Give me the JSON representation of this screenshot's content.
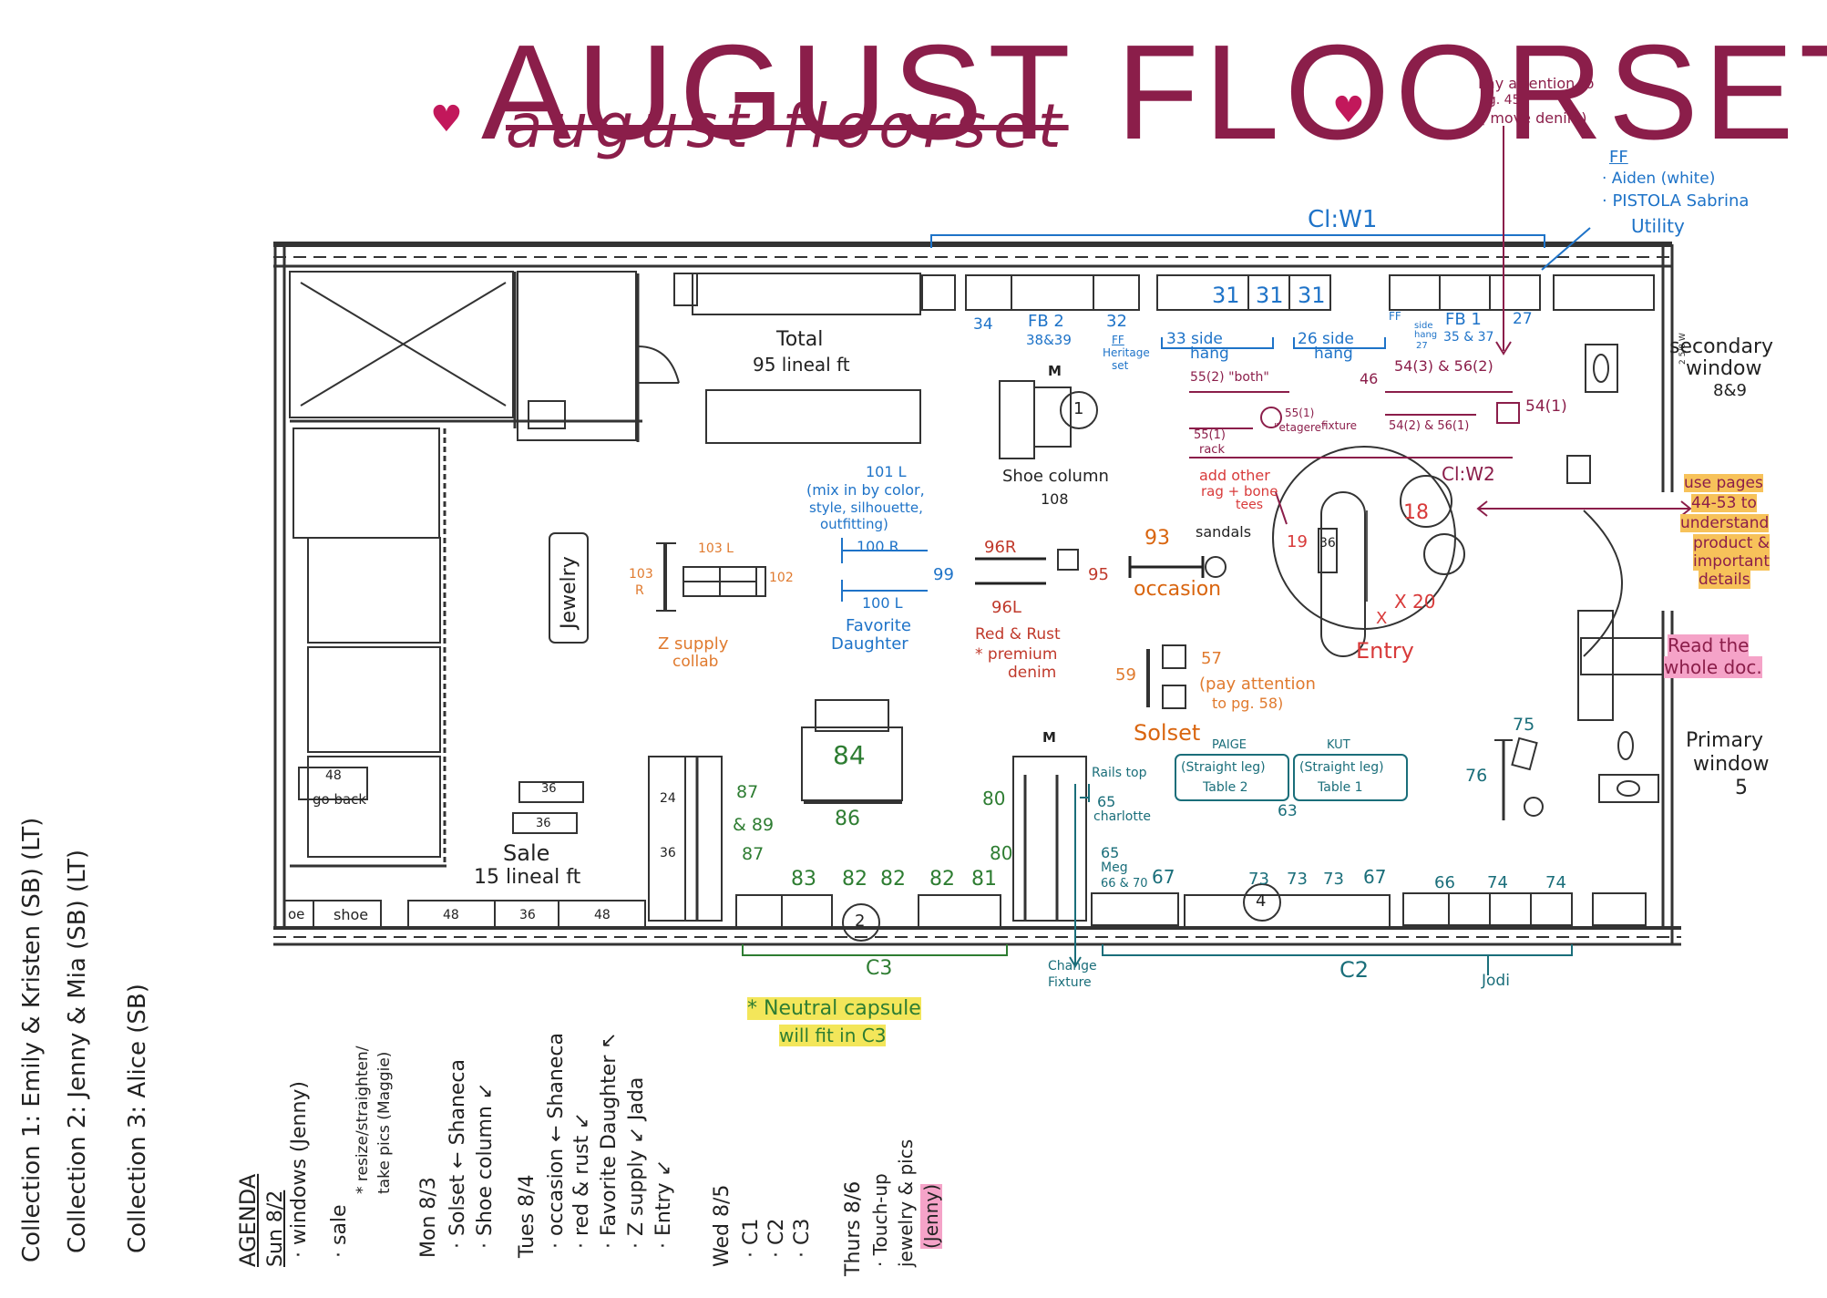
{
  "title": "AUGUST FLOORSET",
  "title_script": "august floorset",
  "colors": {
    "maroon": "#8b1e4a",
    "pink": "#c2185b",
    "blue": "#1e73c8",
    "orange": "#e07a2e",
    "red": "#c0392b",
    "green": "#2e7d32",
    "teal": "#1a6e7a",
    "black": "#222222"
  },
  "notes": {
    "pay_attention": [
      "Pay attention to",
      "pg. 45.",
      "( move denim)"
    ],
    "ff_label": "FF",
    "ff_items": [
      "· Aiden (white)",
      "· PISTOLA Sabrina",
      "Utility"
    ],
    "secondary_window": [
      "secondary",
      "window",
      "8&9"
    ],
    "primary_window": [
      "Primary",
      "window",
      "5"
    ],
    "use_pages": [
      "use pages",
      "44-53 to",
      "understand",
      "product &",
      "important",
      "details"
    ],
    "read_doc": [
      "Read the",
      "whole doc."
    ],
    "neutral_capsule": [
      "* Neutral capsule",
      "will fit in C3"
    ]
  },
  "plan": {
    "total": "Total",
    "lineal_total": "95 lineal ft",
    "sale": "Sale",
    "lineal_sale": "15 lineal ft",
    "jewelry": "Jewelry",
    "go_back": "go back",
    "shoe": "shoe",
    "oe": "oe",
    "bottom_labels": [
      "48",
      "36",
      "48"
    ],
    "left_48": "48",
    "table_36a": "36",
    "table_36b": "36",
    "col_24": "24",
    "col_36": "36",
    "M_left": "M",
    "M_right": "M",
    "circle_1": "1",
    "circle_2": "2",
    "circle_4": "4",
    "num_18": "18",
    "num_19": "19",
    "num_36": "36",
    "window_vert": "2 5/8 W"
  },
  "blue_labels": {
    "cl_w1": "Cl:W1",
    "n34": "34",
    "fb2": [
      "FB 2",
      "38&39"
    ],
    "n32": "32",
    "ff_heritage": [
      "FF",
      "Heritage",
      "set"
    ],
    "n31a": "31",
    "n31b": "31",
    "n31c": "31",
    "side_hang_33": [
      "33 side",
      "hang"
    ],
    "side_hang_26": [
      "26 side",
      "hang"
    ],
    "ff_small": "FF",
    "side_hang_27": [
      "side",
      "hang",
      "27"
    ],
    "fb1": [
      "FB 1",
      "35 & 37"
    ],
    "n27": "27",
    "n101l": [
      "101 L",
      "(mix in by color,",
      "style, silhouette,",
      "outfitting)"
    ],
    "n100r": "100 R",
    "n99": "99",
    "n100l": "100 L",
    "fav_daughter": [
      "Favorite",
      "Daughter"
    ]
  },
  "maroon_labels": {
    "l55_2": "55(2) \"both\"",
    "n46": "46",
    "l54_56": "54(3) & 56(2)",
    "l55_1": [
      "55(1)",
      "rack"
    ],
    "l55_1b": [
      "55(1)",
      "\"etagere\"",
      "fixture"
    ],
    "l54_2": "54(2) & 56(1)",
    "l54_1": "54(1)",
    "cl_w2": "Cl:W2"
  },
  "red_labels": {
    "add_other": [
      "add other",
      "rag + bone",
      "tees"
    ],
    "n96r": "96R",
    "n95": "95",
    "n96l": "96L",
    "red_rust": [
      "Red & Rust",
      "* premium",
      "denim"
    ],
    "entry": "Entry",
    "x20": "X 20",
    "x": "X"
  },
  "orange_labels": {
    "n103l": "103 L",
    "n103r": [
      "103",
      "R"
    ],
    "n102": "102",
    "z_supply": [
      "Z supply",
      "collab"
    ],
    "n59": "59",
    "n57": "57",
    "pay_58": [
      "(pay attention",
      "to pg. 58)"
    ],
    "solset": "Solset",
    "n93": "93",
    "occasion": "occasion",
    "sandals": "sandals"
  },
  "black_labels": {
    "shoe_column": [
      "Shoe column",
      "108"
    ]
  },
  "green_labels": {
    "n84": "84",
    "n86": "86",
    "n87a": "87",
    "n89": "& 89",
    "n87b": "87",
    "row_c3": [
      "83",
      "82",
      "82",
      "82",
      "81"
    ],
    "n80a": "80",
    "n80b": "80",
    "c3": "C3"
  },
  "teal_labels": {
    "rails_top": "Rails top",
    "n65a": [
      "65",
      "charlotte"
    ],
    "n65b": [
      "65",
      "Meg",
      "66 & 70"
    ],
    "change_fixture": [
      "Change",
      "Fixture"
    ],
    "paige": [
      "PAIGE",
      "(Straight leg)",
      "Table 2"
    ],
    "kut": [
      "KUT",
      "(Straight leg)",
      "Table 1"
    ],
    "n63": "63",
    "n75": "75",
    "n76": "76",
    "row_c2": [
      "67",
      "73",
      "73",
      "73",
      "67",
      "66",
      "74",
      "74"
    ],
    "c2": "C2",
    "jodi": "Jodi"
  },
  "collections": [
    "Collection 1: Emily & Kristen (SB) (LT)",
    "Collection 2: Jenny & Mia (SB) (LT)",
    "Collection 3: Alice (SB)"
  ],
  "agenda": {
    "title": "AGENDA",
    "sun": [
      "Sun 8/2",
      "· windows (Jenny)",
      "· sale",
      "* resize/straighten/",
      "take pics (Maggie)"
    ],
    "mon": [
      "Mon 8/3",
      "· Solset ← Shaneca",
      "· Shoe column ↙"
    ],
    "tues": [
      "Tues 8/4",
      "· occasion ← Shaneca",
      "· red & rust ↙",
      "· Favorite Daughter ↖",
      "· Z supply ↙ Jada",
      "· Entry ↙"
    ],
    "wed": [
      "Wed 8/5",
      "· C1",
      "· C2",
      "· C3"
    ],
    "thurs": [
      "Thurs 8/6",
      "· Touch-up",
      "jewelry & pics",
      "(Jenny)"
    ]
  }
}
